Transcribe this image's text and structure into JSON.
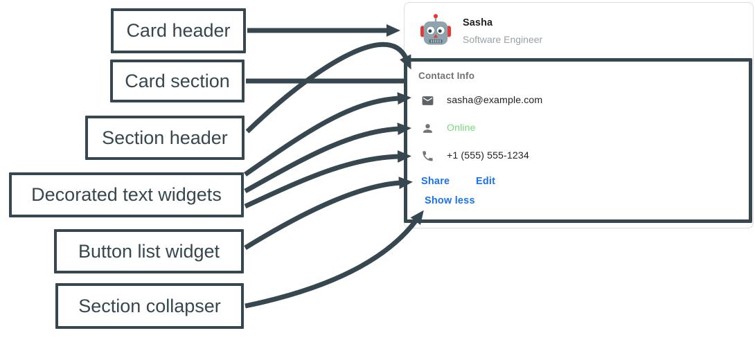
{
  "colors": {
    "annotation": "#37474F",
    "link_blue": "#1A73E8",
    "online_green": "#74DB7B",
    "card_border": "#DADCE0"
  },
  "annotations": {
    "card_header_label": "Card header",
    "card_section_label": "Card section",
    "section_header_label": "Section header",
    "decorated_text_label": "Decorated text widgets",
    "button_list_label": "Button list widget",
    "section_collapser_label": "Section collapser"
  },
  "card": {
    "header": {
      "name": "Sasha",
      "subtitle": "Software Engineer",
      "avatar": "robot-avatar"
    },
    "section": {
      "title": "Contact Info",
      "rows": [
        {
          "icon": "email-icon",
          "text": "sasha@example.com"
        },
        {
          "icon": "person-icon",
          "text": "Online"
        },
        {
          "icon": "phone-icon",
          "text": "+1 (555) 555-1234"
        }
      ],
      "buttons": [
        {
          "label": "Share"
        },
        {
          "label": "Edit"
        }
      ],
      "collapser_label": "Show less"
    }
  }
}
